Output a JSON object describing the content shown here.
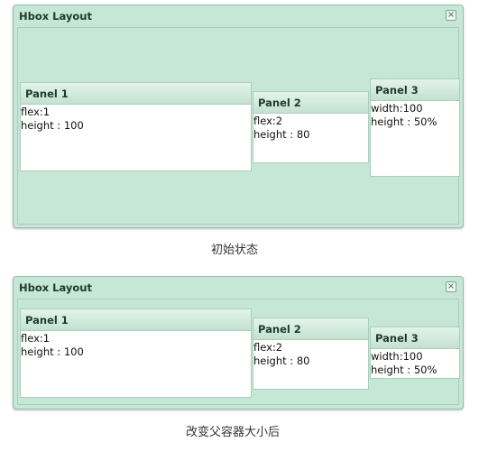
{
  "top": {
    "window_title": "Hbox Layout",
    "caption": "初始状态",
    "panels": [
      {
        "title": "Panel 1",
        "line1": "flex:1",
        "line2": "height : 100"
      },
      {
        "title": "Panel 2",
        "line1": "flex:2",
        "line2": "height : 80"
      },
      {
        "title": "Panel 3",
        "line1": "width:100",
        "line2": "height : 50%"
      }
    ]
  },
  "bottom": {
    "window_title": "Hbox Layout",
    "caption": "改变父容器大小后",
    "panels": [
      {
        "title": "Panel 1",
        "line1": "flex:1",
        "line2": "height : 100"
      },
      {
        "title": "Panel 2",
        "line1": "flex:2",
        "line2": "height : 80"
      },
      {
        "title": "Panel 3",
        "line1": "width:100",
        "line2": "height : 50%"
      }
    ]
  },
  "icons": {
    "close": "close-icon"
  }
}
